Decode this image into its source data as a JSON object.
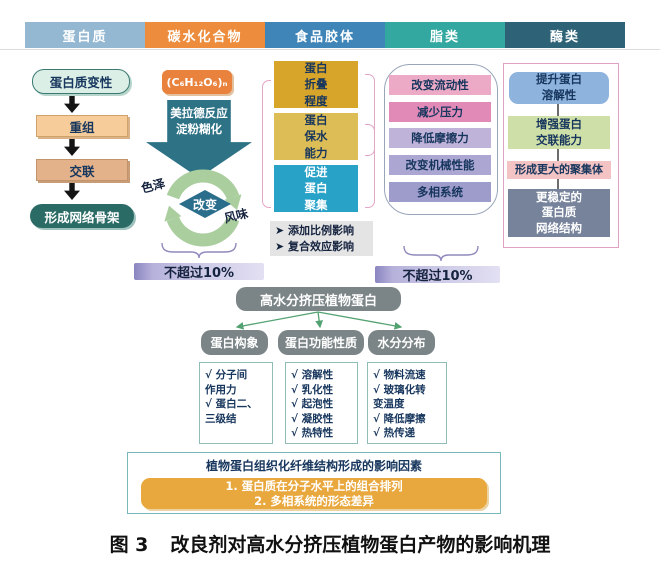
{
  "header": {
    "items": [
      {
        "label": "蛋白质",
        "color": "#94b8d1"
      },
      {
        "label": "碳水化合物",
        "color": "#ec8c3c"
      },
      {
        "label": "食品胶体",
        "color": "#3f85b8"
      },
      {
        "label": "脂类",
        "color": "#32a8a0"
      },
      {
        "label": "酶类",
        "color": "#2e6377"
      }
    ]
  },
  "protein_col": {
    "top": "蛋白质变性",
    "step1": "重组",
    "step2": "交联",
    "bottom": "形成网络骨架"
  },
  "carb_col": {
    "formula": "(C₆H₁₂O₆)ₙ",
    "arrow_text": "美拉德反应\n淀粉糊化",
    "cycle_left": "色泽",
    "cycle_center": "改变",
    "cycle_right": "风味",
    "limit": "不超过10%",
    "ribbon_color": "#abce9f",
    "arrow_color": "#2e7286"
  },
  "colloid_col": {
    "boxes": [
      {
        "label": "蛋白\n折叠\n程度",
        "color": "#d8a52b"
      },
      {
        "label": "蛋白\n保水\n能力",
        "color": "#ddbd55"
      },
      {
        "label": "促进\n蛋白\n聚集",
        "color": "#29a2c8"
      }
    ],
    "notes": [
      "➤ 添加比例影响",
      "➤ 复合效应影响"
    ]
  },
  "lipid_col": {
    "bars": [
      {
        "label": "改变流动性",
        "color": "#ecaac6"
      },
      {
        "label": "减少压力",
        "color": "#e18ab8"
      },
      {
        "label": "降低摩擦力",
        "color": "#bfb3da"
      },
      {
        "label": "改变机械性能",
        "color": "#aba6d2"
      },
      {
        "label": "多相系统",
        "color": "#9d9cca"
      }
    ],
    "limit": "不超过10%"
  },
  "enzyme_col": {
    "boxes": [
      {
        "label": "提升蛋白\n溶解性",
        "color": "#8eb4dd"
      },
      {
        "label": "增强蛋白\n交联能力",
        "color": "#cfdfa8"
      },
      {
        "label": "形成更大的聚集体",
        "color": "#f4c3c3"
      },
      {
        "label": "更稳定的\n蛋白质\n网络结构",
        "color": "#76839b"
      }
    ]
  },
  "center": {
    "main": "高水分挤压植物蛋白",
    "subs": [
      "蛋白构象",
      "蛋白功能性质",
      "水分分布"
    ],
    "checklists": [
      [
        "√ 分子间\n 作用力",
        "√ 蛋白二、\n 三级结"
      ],
      [
        "√ 溶解性",
        "√ 乳化性",
        "√ 起泡性",
        "√ 凝胶性",
        "√ 热特性"
      ],
      [
        "√ 物料流速",
        "√ 玻璃化转\n 变温度",
        "√ 降低摩擦",
        "√ 热传递"
      ]
    ]
  },
  "bottom": {
    "title": "植物蛋白组织化纤维结构形成的影响因素",
    "factors": "1. 蛋白质在分子水平上的组合排列\n2. 多相系统的形态差异"
  },
  "caption": {
    "label": "图 3",
    "title": "改良剂对高水分挤压植物蛋白产物的影响机理"
  }
}
